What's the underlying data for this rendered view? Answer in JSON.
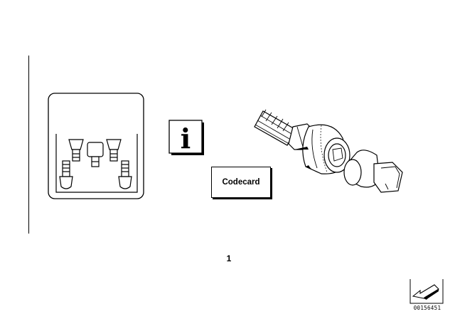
{
  "codecard": {
    "label": "Codecard"
  },
  "info_icon": {
    "glyph": "i"
  },
  "item_number": "1",
  "diagram_id": "00156451",
  "icons": {
    "kit": "lock-bolt-kit-icon",
    "info": "info-icon",
    "bolt": "locking-wheel-bolt-illustration",
    "adapter": "bolt-adapter-illustration",
    "arrow": "navigation-arrow-icon"
  }
}
